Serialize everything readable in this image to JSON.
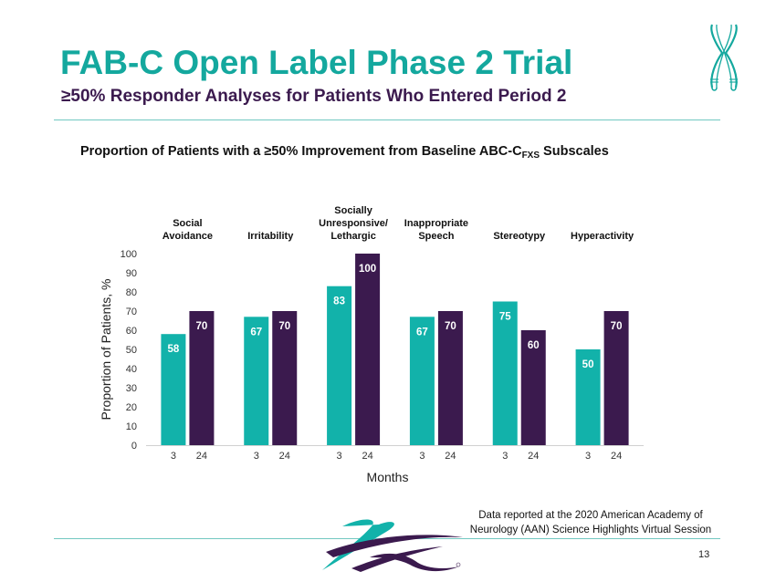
{
  "header": {
    "title": "FAB-C Open Label Phase 2 Trial",
    "subtitle": "≥50% Responder Analyses for Patients Who Entered Period 2"
  },
  "chart_title": {
    "main": "Proportion of Patients with a ≥50% Improvement from Baseline ABC-C",
    "sub": "FXS",
    "suffix": " Subscales"
  },
  "chart_data": {
    "type": "bar",
    "ylabel": "Proportion of Patients, %",
    "xlabel": "Months",
    "ylim": [
      0,
      100
    ],
    "yticks": [
      0,
      10,
      20,
      30,
      40,
      50,
      60,
      70,
      80,
      90,
      100
    ],
    "grid": false,
    "categories": [
      "Social\nAvoidance",
      "Irritability",
      "Socially\nUnresponsive/\nLethargic",
      "Inappropriate\nSpeech",
      "Stereotypy",
      "Hyperactivity"
    ],
    "series": [
      {
        "name": "3",
        "color": "#12b2aa",
        "values": [
          58,
          67,
          83,
          67,
          75,
          50
        ]
      },
      {
        "name": "24",
        "color": "#3b1a4e",
        "values": [
          70,
          70,
          100,
          70,
          60,
          70
        ]
      }
    ]
  },
  "footnote": {
    "line1": "Data reported at the 2020 American Academy of",
    "line2": "Neurology (AAN) Science Highlights Virtual Session"
  },
  "page_number": "13",
  "colors": {
    "teal": "#14a89e",
    "purple": "#3b1a4e",
    "rule": "#72c8c1"
  },
  "icons": {
    "logo": "swoosh-logo-icon",
    "chromosome": "chromosome-icon"
  }
}
